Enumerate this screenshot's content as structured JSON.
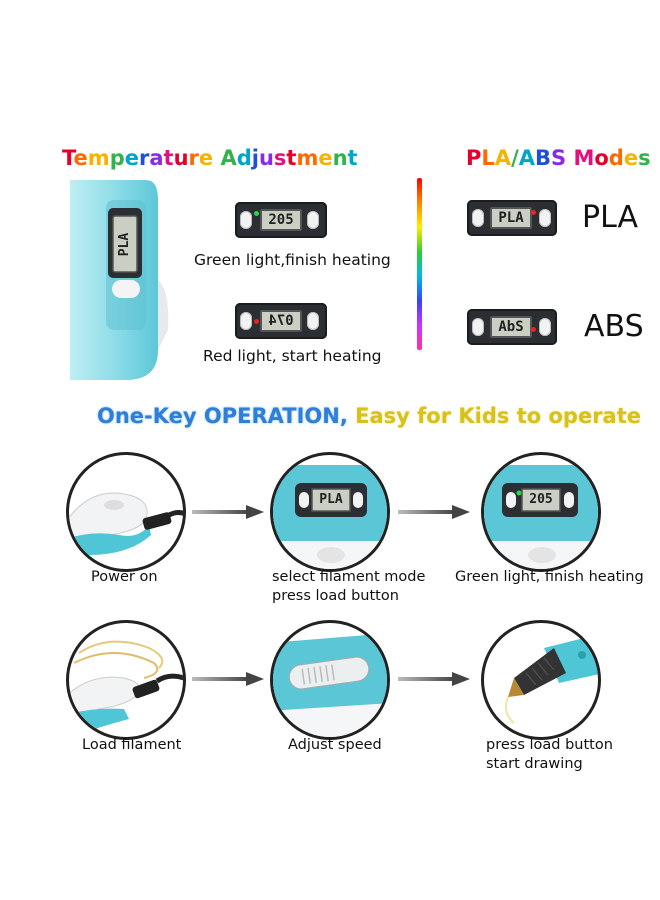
{
  "temperature_section": {
    "title": "Temperature Adjustment",
    "display_green": "205",
    "caption_green": "Green light,finish heating",
    "display_red": "074",
    "caption_red": "Red light, start heating",
    "pen_display": "PLA"
  },
  "modes_section": {
    "title": "PLA/ABS Modes",
    "pla_display": "PLA",
    "pla_label": "PLA",
    "abs_display": "AbS",
    "abs_label": "ABS"
  },
  "operation_title": "One-Key OPERATION, Easy for Kids to operate",
  "steps": [
    {
      "line1": "Power on",
      "line2": ""
    },
    {
      "line1": "select filament mode",
      "line2": "press load button",
      "display": "PLA"
    },
    {
      "line1": "Green light, finish heating",
      "line2": "",
      "display": "205"
    },
    {
      "line1": "Load filament",
      "line2": ""
    },
    {
      "line1": "Adjust speed",
      "line2": ""
    },
    {
      "line1": "press load button",
      "line2": "start drawing"
    }
  ],
  "colors": {
    "pen_teal": "#4ec6d6",
    "pen_white": "#f4f6f7",
    "led_green": "#22dd44",
    "led_red": "#ee2222",
    "title_blue": "#2f7fd8",
    "title_yellow": "#d8c21a"
  }
}
